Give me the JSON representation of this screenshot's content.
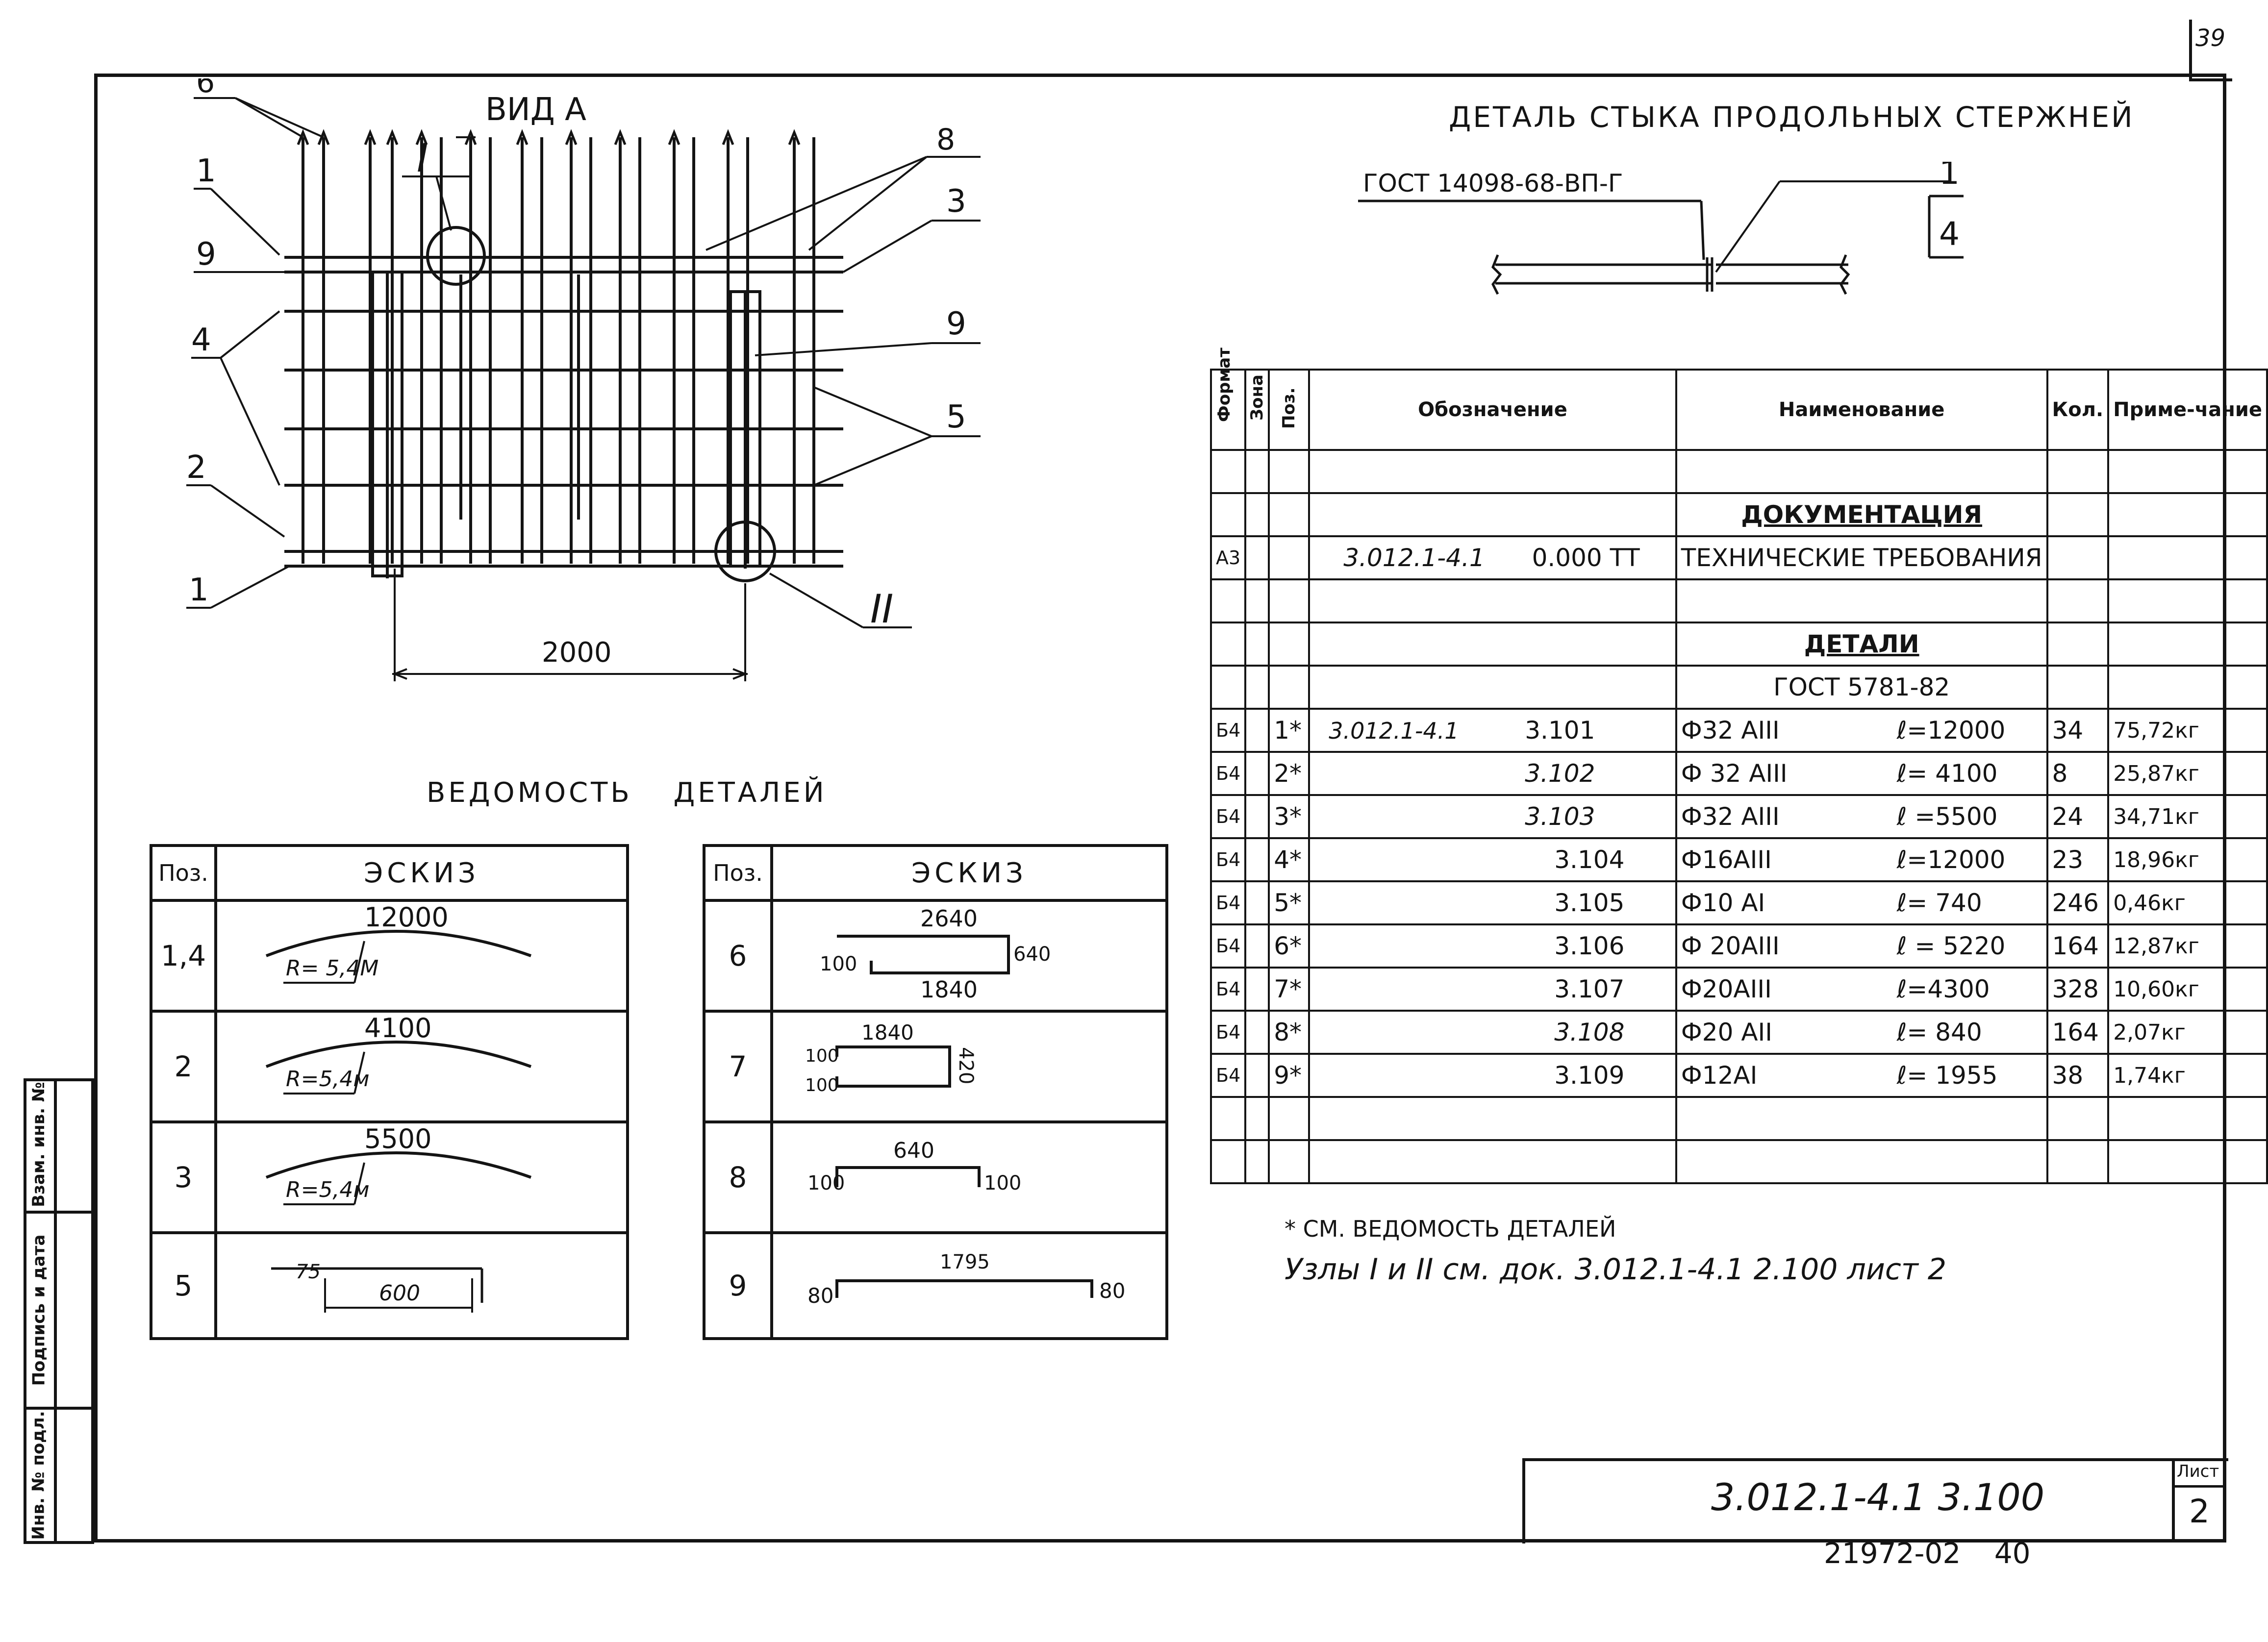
{
  "page_number": "39",
  "drawing_view": {
    "title": "ВИД А",
    "dimension": "2000",
    "position_labels": [
      "6",
      "1",
      "9",
      "4",
      "2",
      "1",
      "8",
      "3",
      "9",
      "5"
    ],
    "node_labels": [
      "I",
      "II"
    ]
  },
  "joint_detail": {
    "title": "ДЕТАЛЬ СТЫКА ПРОДОЛЬНЫХ СТЕРЖНЕЙ",
    "standard": "ГОСТ 14098-68-ВП-Г",
    "callout_top": "1",
    "callout_bottom": "4"
  },
  "spec_table": {
    "headers": {
      "format": "Формат",
      "zone": "Зона",
      "pos": "Поз.",
      "designation": "Обозначение",
      "name": "Наименование",
      "qty": "Кол.",
      "note": "Приме-чание"
    },
    "section_docs": "ДОКУМЕНТАЦИЯ",
    "doc_row": {
      "format": "А3",
      "designation_a": "3.012.1-4.1",
      "designation_b": "0.000 ТТ",
      "name": "ТЕХНИЧЕСКИЕ ТРЕБОВАНИЯ"
    },
    "section_parts": "ДЕТАЛИ",
    "parts_standard": "ГОСТ 5781-82",
    "rows": [
      {
        "format": "Б4",
        "pos": "1*",
        "designation_a": "3.012.1-4.1",
        "designation_b": "3.101",
        "name": "Ф32 АIII",
        "length": "ℓ=12000",
        "qty": "34",
        "note": "75,72кг"
      },
      {
        "format": "Б4",
        "pos": "2*",
        "designation_a": "",
        "designation_b": "3.102",
        "name": "Ф 32 АIII",
        "length": "ℓ= 4100",
        "qty": "8",
        "note": "25,87кг"
      },
      {
        "format": "Б4",
        "pos": "3*",
        "designation_a": "",
        "designation_b": "3.103",
        "name": "Ф32 АIII",
        "length": "ℓ =5500",
        "qty": "24",
        "note": "34,71кг"
      },
      {
        "format": "Б4",
        "pos": "4*",
        "designation_a": "",
        "designation_b": "3.104",
        "name": "Ф16АIII",
        "length": "ℓ=12000",
        "qty": "23",
        "note": "18,96кг"
      },
      {
        "format": "Б4",
        "pos": "5*",
        "designation_a": "",
        "designation_b": "3.105",
        "name": "Ф10 АI",
        "length": "ℓ= 740",
        "qty": "246",
        "note": "0,46кг"
      },
      {
        "format": "Б4",
        "pos": "6*",
        "designation_a": "",
        "designation_b": "3.106",
        "name": "Ф 20АIII",
        "length": "ℓ = 5220",
        "qty": "164",
        "note": "12,87кг"
      },
      {
        "format": "Б4",
        "pos": "7*",
        "designation_a": "",
        "designation_b": "3.107",
        "name": "Ф20АIII",
        "length": "ℓ=4300",
        "qty": "328",
        "note": "10,60кг"
      },
      {
        "format": "Б4",
        "pos": "8*",
        "designation_a": "",
        "designation_b": "3.108",
        "name": "Ф20 АII",
        "length": "ℓ= 840",
        "qty": "164",
        "note": "2,07кг"
      },
      {
        "format": "Б4",
        "pos": "9*",
        "designation_a": "",
        "designation_b": "3.109",
        "name": "Ф12АI",
        "length": "ℓ= 1955",
        "qty": "38",
        "note": "1,74кг"
      }
    ]
  },
  "footnote": {
    "line1": "* СМ. ВЕДОМОСТЬ ДЕТАЛЕЙ",
    "line2": "Узлы I и II см. док. 3.012.1-4.1 2.100 лист 2"
  },
  "parts_list": {
    "title": "ВЕДОМОСТЬ ДЕТАЛЕЙ",
    "header_pos": "Поз.",
    "header_sketch": "ЭСКИЗ",
    "left": [
      {
        "pos": "1,4",
        "len": "12000",
        "radius": "R= 5,4М"
      },
      {
        "pos": "2",
        "len": "4100",
        "radius": "R=5,4м"
      },
      {
        "pos": "3",
        "len": "5500",
        "radius": "R=5,4м"
      },
      {
        "pos": "5",
        "len": "600",
        "hook": "75"
      }
    ],
    "right": [
      {
        "pos": "6",
        "top": "2640",
        "bottom": "1840",
        "left": "100",
        "right": "640"
      },
      {
        "pos": "7",
        "top": "1840",
        "left_top": "100",
        "left_bottom": "100",
        "right": "420"
      },
      {
        "pos": "8",
        "top": "640",
        "left": "100",
        "right": "100"
      },
      {
        "pos": "9",
        "top": "1795",
        "left": "80",
        "right": "80"
      }
    ]
  },
  "title_block": {
    "doc_code": "3.012.1-4.1 3.100",
    "sheet_label": "Лист",
    "sheet_number": "2",
    "archive_no": "21972-02",
    "archive_page": "40"
  },
  "side_stamp": {
    "inv_original": "Инв. № подл.",
    "signature_date": "Подпись и дата",
    "replaces_inv": "Взам. инв. №"
  }
}
